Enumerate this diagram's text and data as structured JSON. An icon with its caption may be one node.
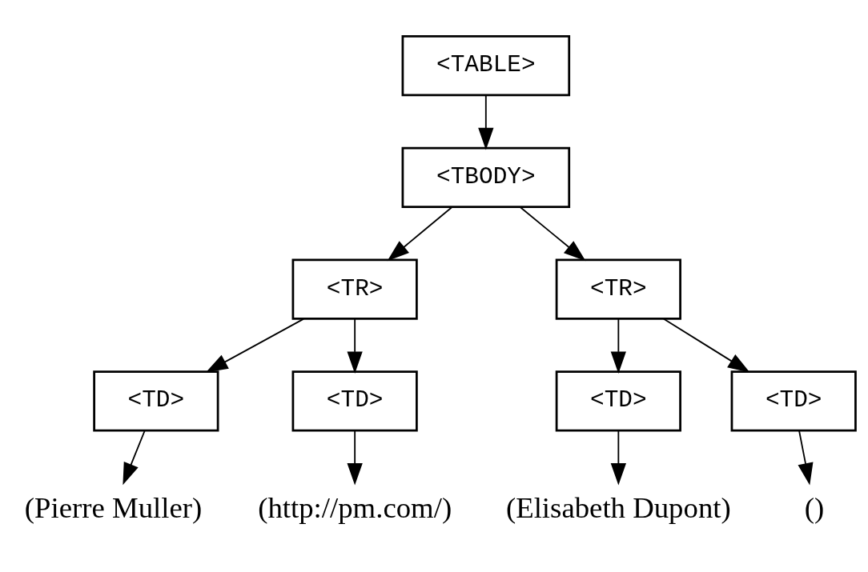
{
  "diagram": {
    "nodes": [
      {
        "text": [
          "<TABLE>"
        ]
      },
      {
        "text": [
          "<TBODY>"
        ]
      },
      {
        "text": [
          "<TR>"
        ]
      },
      {
        "text": [
          "<TR>"
        ]
      },
      {
        "text": [
          "<TD>"
        ]
      },
      {
        "text": [
          "<TD>"
        ]
      },
      {
        "text": [
          "<TD>"
        ]
      },
      {
        "text": [
          "<TD>"
        ]
      },
      {
        "text": [
          "(Pierre Muller)"
        ]
      },
      {
        "text": [
          "(http://pm.com/)"
        ]
      },
      {
        "text": [
          "(Elisabeth Dupont)"
        ]
      },
      {
        "text": [
          "()"
        ]
      }
    ],
    "edges": [
      {
        "from": 0,
        "to": 1,
        "arrow": "to"
      },
      {
        "from": 1,
        "to": 2,
        "arrow": "to"
      },
      {
        "from": 1,
        "to": 3,
        "arrow": "to"
      },
      {
        "from": 2,
        "to": 4,
        "arrow": "to"
      },
      {
        "from": 2,
        "to": 5,
        "arrow": "to"
      },
      {
        "from": 3,
        "to": 6,
        "arrow": "to"
      },
      {
        "from": 3,
        "to": 7,
        "arrow": "to"
      },
      {
        "from": 4,
        "to": 8,
        "arrow": "to"
      },
      {
        "from": 5,
        "to": 9,
        "arrow": "to"
      },
      {
        "from": 6,
        "to": 10,
        "arrow": "to"
      },
      {
        "from": 7,
        "to": 11,
        "arrow": "to"
      }
    ]
  }
}
